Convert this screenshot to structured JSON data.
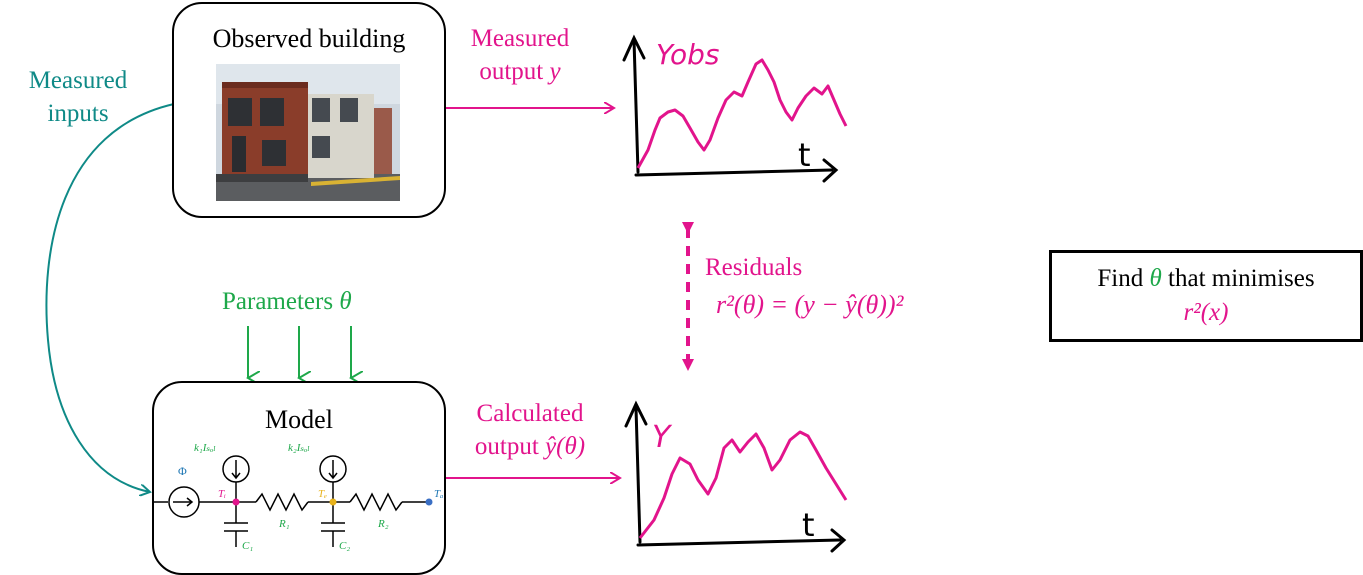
{
  "observed": {
    "title": "Observed building"
  },
  "inputs": {
    "line1": "Measured",
    "line2": "inputs"
  },
  "measured_output": {
    "line1": "Measured",
    "line2": "output",
    "var": "y"
  },
  "plot_top": {
    "label": "Yobs",
    "axis": "t"
  },
  "residuals": {
    "label": "Residuals",
    "formula": "r²(θ) = (y − ŷ(θ))²"
  },
  "parameters": {
    "label": "Parameters",
    "var": "θ"
  },
  "model": {
    "title": "Model",
    "phi": "Φ",
    "k1": "k₁Iₛₒₗ",
    "k2": "k₂Iₛₒₗ",
    "ti": "Tᵢ",
    "te": "Tₑ",
    "ta": "Tₐ",
    "r1": "R₁",
    "r2": "R₂",
    "c1": "C₁",
    "c2": "C₂"
  },
  "calculated_output": {
    "line1": "Calculated",
    "line2": "output",
    "var": "ŷ(θ)"
  },
  "plot_bottom": {
    "label": "Y",
    "axis": "t"
  },
  "find": {
    "prefix": "Find",
    "var": "θ",
    "suffix": "that minimises",
    "expr": "r²(x)"
  },
  "colors": {
    "magenta": "#e2148c",
    "teal": "#0f8a87",
    "green": "#1ea84a",
    "blue": "#1f77b4"
  }
}
